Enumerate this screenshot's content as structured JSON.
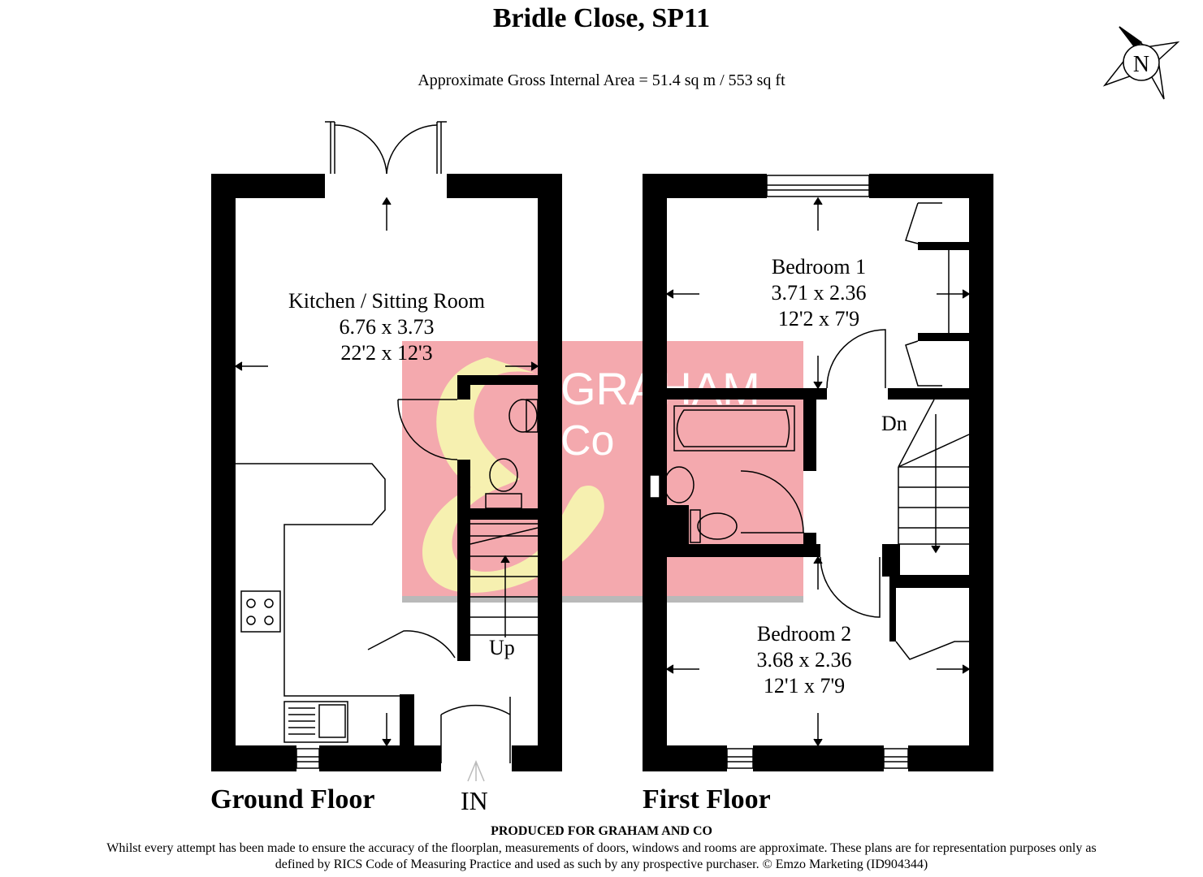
{
  "header": {
    "title": "Bridle Close, SP11",
    "subtitle": "Approximate Gross Internal Area = 51.4 sq m / 553 sq ft"
  },
  "compass": {
    "label": "N",
    "icon": "compass-north-icon"
  },
  "ground_floor": {
    "label": "Ground Floor",
    "entry_label": "IN",
    "stairs_label": "Up",
    "rooms": [
      {
        "name": "Kitchen / Sitting Room",
        "metric": "6.76 x 3.73",
        "imperial": "22'2 x 12'3"
      }
    ]
  },
  "first_floor": {
    "label": "First Floor",
    "stairs_label": "Dn",
    "rooms": [
      {
        "name": "Bedroom 1",
        "metric": "3.71 x 2.36",
        "imperial": "12'2 x 7'9"
      },
      {
        "name": "Bedroom 2",
        "metric": "3.68 x 2.36",
        "imperial": "12'1 x 7'9"
      }
    ]
  },
  "watermark": {
    "line1": "GRAHAM",
    "line2": "Co",
    "color": "#f4a9ae",
    "ampersand_color": "#f6f3b0"
  },
  "colors": {
    "wall": "#000000",
    "background": "#ffffff"
  },
  "footer": {
    "heading": "PRODUCED FOR GRAHAM AND CO",
    "disclaimer": "Whilst every attempt has been made to ensure the accuracy of the floorplan, measurements of doors, windows and rooms are approximate. These plans are for representation purposes only as defined by RICS Code of Measuring Practice and used as such by any prospective purchaser. © Emzo Marketing (ID904344)"
  }
}
